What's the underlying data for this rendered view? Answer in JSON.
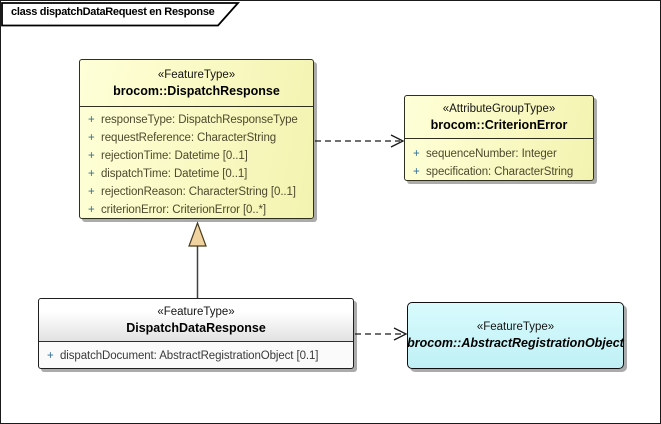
{
  "frame": {
    "label": "class dispatchDataRequest en Response"
  },
  "classes": [
    {
      "id": "dispatch-response",
      "stereotype": "«FeatureType»",
      "name": "brocom::DispatchResponse",
      "attributes": [
        {
          "vis": "+",
          "text": "responseType: DispatchResponseType"
        },
        {
          "vis": "+",
          "text": "requestReference: CharacterString"
        },
        {
          "vis": "+",
          "text": "rejectionTime: Datetime [0..1]"
        },
        {
          "vis": "+",
          "text": "dispatchTime: Datetime [0..1]"
        },
        {
          "vis": "+",
          "text": "rejectionReason: CharacterString [0..1]"
        },
        {
          "vis": "+",
          "text": "criterionError: CriterionError [0..*]"
        }
      ]
    },
    {
      "id": "criterion-error",
      "stereotype": "«AttributeGroupType»",
      "name": "brocom::CriterionError",
      "attributes": [
        {
          "vis": "+",
          "text": "sequenceNumber: Integer"
        },
        {
          "vis": "+",
          "text": "specification: CharacterString"
        }
      ]
    },
    {
      "id": "dispatch-data-response",
      "stereotype": "«FeatureType»",
      "name": "DispatchDataResponse",
      "attributes": [
        {
          "vis": "+",
          "text": "dispatchDocument: AbstractRegistrationObject [0.1]"
        }
      ]
    },
    {
      "id": "abstract-registration-object",
      "stereotype": "«FeatureType»",
      "name": "brocom::AbstractRegistrationObject",
      "attributes": []
    }
  ],
  "relations": [
    {
      "type": "dependency",
      "from": "brocom::DispatchResponse",
      "to": "brocom::CriterionError",
      "style": "dashed-open-arrow"
    },
    {
      "type": "generalization",
      "from": "DispatchDataResponse",
      "to": "brocom::DispatchResponse",
      "style": "solid-triangle"
    },
    {
      "type": "dependency",
      "from": "DispatchDataResponse",
      "to": "brocom::AbstractRegistrationObject",
      "style": "dashed-open-arrow"
    }
  ],
  "colors": {
    "class_fill_yellow": "#FFFFCC",
    "class_fill_cyan": "#CCF7F9",
    "class_fill_white": "#FAFAFA",
    "generalization_triangle_fill": "#F1D3A0",
    "visibility_marker": "#2E6E96",
    "shadow": "#ABABAB"
  }
}
